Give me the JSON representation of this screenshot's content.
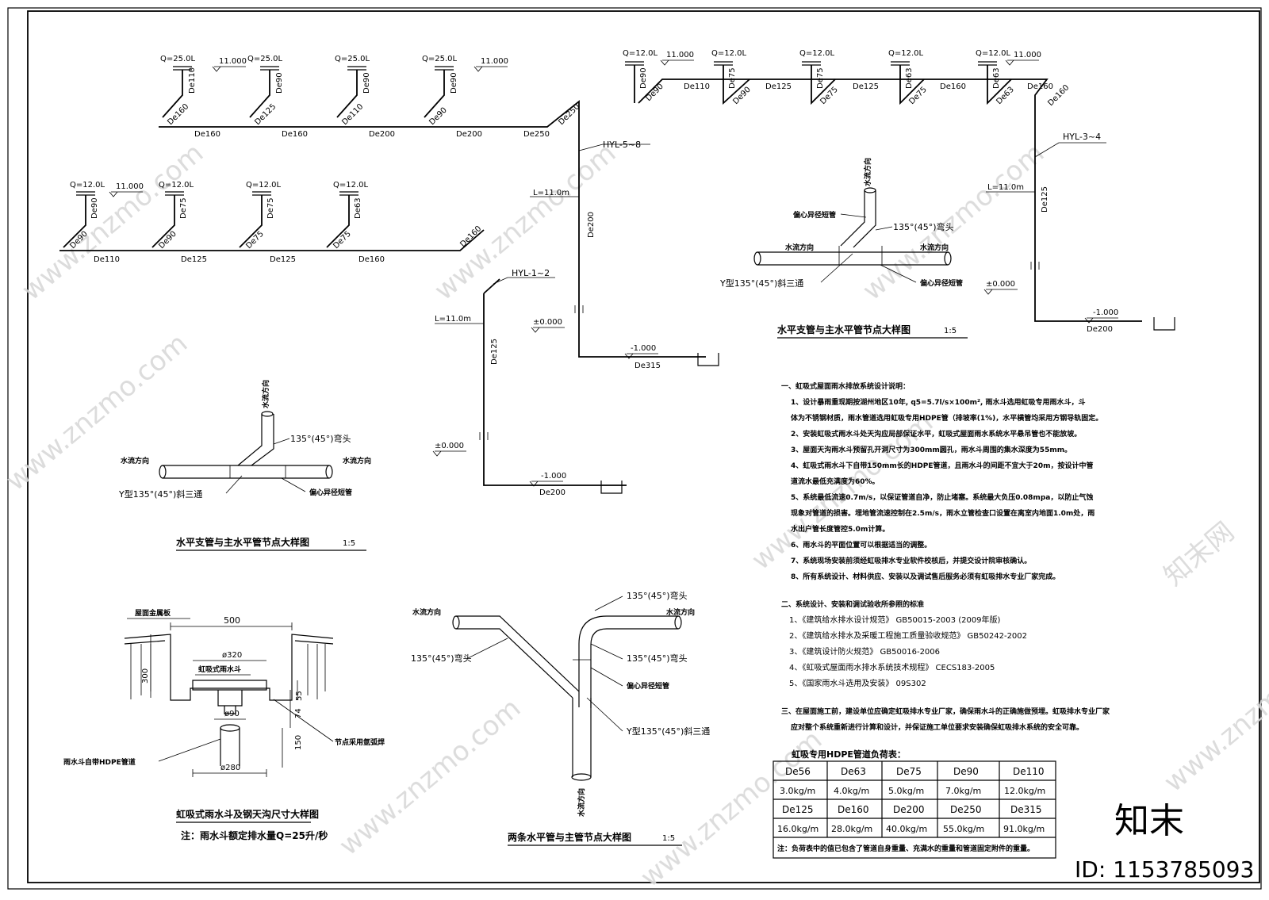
{
  "watermark": {
    "site": "www.znzmo.com",
    "brand": "知末网",
    "logo": "知末",
    "id_label": "ID: 1153785093"
  },
  "schematic_top_left": {
    "flow_labels": [
      "Q=25.0L",
      "Q=25.0L",
      "Q=25.0L",
      "Q=25.0L"
    ],
    "elevation_labels": [
      "11.000",
      "11.000"
    ],
    "drop_pipes": [
      "De110",
      "De90",
      "De90",
      "De90"
    ],
    "branch_pipes": [
      "De160",
      "De125",
      "De110",
      "De90"
    ],
    "main_pipes": [
      "De160",
      "De160",
      "De200",
      "De200",
      "De250"
    ],
    "riser_top": "De250",
    "riser_tag": "HYL-5~8",
    "riser_length": "L=11.0m",
    "riser_pipe": "De200",
    "zero_level": "±0.000",
    "bottom_level": "-1.000",
    "outlet_pipe": "De315"
  },
  "schematic_mid_left": {
    "flow_labels": [
      "Q=12.0L",
      "Q=12.0L",
      "Q=12.0L",
      "Q=12.0L"
    ],
    "elevation_label": "11.000",
    "drop_pipes": [
      "De90",
      "De75",
      "De75",
      "De63"
    ],
    "branch_pipes": [
      "De90",
      "De90",
      "De75",
      "De75"
    ],
    "main_pipes": [
      "De110",
      "De125",
      "De125",
      "De160"
    ],
    "riser_top": "De160",
    "riser_tag": "HYL-1~2",
    "riser_length": "L=11.0m",
    "riser_pipe": "De125",
    "zero_level": "±0.000",
    "bottom_level": "-1.000",
    "outlet_pipe": "De200"
  },
  "schematic_top_right": {
    "flow_labels": [
      "Q=12.0L",
      "Q=12.0L",
      "Q=12.0L",
      "Q=12.0L",
      "Q=12.0L"
    ],
    "elevation_labels": [
      "11.000",
      "11.000"
    ],
    "drop_pipes": [
      "De90",
      "De75",
      "De75",
      "De63",
      "De63"
    ],
    "branch_pipes": [
      "De90",
      "De90",
      "De75",
      "De75",
      "De63"
    ],
    "main_pipes": [
      "De110",
      "De125",
      "De125",
      "De160",
      "De160"
    ],
    "riser_top": "De160",
    "riser_tag": "HYL-3~4",
    "riser_length": "L=11.0m",
    "riser_pipe": "De125",
    "zero_level": "±0.000",
    "bottom_level": "-1.000",
    "outlet_pipe": "De200"
  },
  "detail_right": {
    "flow_dir": "水流方向",
    "reducer_top": "偏心异径短管",
    "elbow": "135°(45°)弯头",
    "tee": "Y型135°(45°)斜三通",
    "reducer_bottom": "偏心异径短管",
    "title": "水平支管与主水平管节点大样图",
    "scale": "1:5"
  },
  "detail_left": {
    "flow_dir": "水流方向",
    "elbow": "135°(45°)弯头",
    "tee": "Y型135°(45°)斜三通",
    "reducer": "偏心异径短管",
    "title": "水平支管与主水平管节点大样图",
    "scale": "1:5"
  },
  "detail_gutter": {
    "roof_panel": "屋面金属板",
    "width": "500",
    "depth": "300",
    "d320": "ø320",
    "drain": "虹吸式雨水斗",
    "d55": "55",
    "d74": "74",
    "d150": "150",
    "d90": "ø90",
    "d280": "ø280",
    "pipe_note": "雨水斗自带HDPE管道",
    "weld_note": "节点采用氩弧焊",
    "title": "虹吸式雨水斗及钢天沟尺寸大样图",
    "note": "注：雨水斗额定排水量Q=25升/秒"
  },
  "detail_two": {
    "flow_dir": "水流方向",
    "elbow_1": "135°(45°)弯头",
    "elbow_2": "135°(45°)弯头",
    "elbow_3": "135°(45°)弯头",
    "reducer": "偏心异径短管",
    "tee": "Y型135°(45°)斜三通",
    "title": "两条水平管与主管节点大样图",
    "scale": "1:5"
  },
  "notes": {
    "heading_1": "一、虹吸式屋面雨水排放系统设计说明：",
    "items_1": [
      "1、设计暴雨重现期按湖州地区10年, q5=5.7l/s×100m², 雨水斗选用虹吸专用雨水斗，斗",
      "体为不锈钢材质，雨水管道选用虹吸专用HDPE管（排坡率(1%)，水平横管均采用方钢导轨固定。",
      "2、安装虹吸式雨水斗处天沟应局部保证水平，虹吸式屋面雨水系统水平悬吊管也不能放坡。",
      "3、屋面天沟雨水斗预留孔开洞尺寸为300mm圆孔，雨水斗周围的集水深度为55mm。",
      "4、虹吸式雨水斗下自带150mm长的HDPE管道，且雨水斗的间距不宜大于20m，按设计中管",
      "道流水最低充满度为60%。",
      "5、系统最低流速0.7m/s，以保证管道自净，防止堵塞。系统最大负压0.08mpa，以防止气蚀",
      "现象对管道的损害。埋地管流速控制在2.5m/s，雨水立管检查口设置在离室内地面1.0m处，雨",
      "水出户管长度管控5.0m计算。",
      "6、雨水斗的平面位置可以根据适当的调整。",
      "7、系统现场安装前须经虹吸排水专业软件校核后，并提交设计院审核确认。",
      "8、所有系统设计、材料供应、安装以及调试售后服务必须有虹吸排水专业厂家完成。"
    ],
    "heading_2": "二、系统设计、安装和调试验收所参照的标准",
    "items_2": [
      "1、《建筑给水排水设计规范》 GB50015-2003  (2009年版)",
      "2、《建筑给水排水及采暖工程施工质量验收规范》 GB50242-2002",
      "3、《建筑设计防火规范》 GB50016-2006",
      "4、《虹吸式屋面雨水排水系统技术规程》 CECS183-2005",
      "5、《国家雨水斗选用及安装》 09S302"
    ],
    "heading_3": "三、在屋面施工前，建设单位应确定虹吸排水专业厂家，确保雨水斗的正确施做预埋。虹吸排水专业厂家",
    "heading_3b": "应对整个系统重新进行计算和设计，并保证施工单位要求安装确保虹吸排水系统的安全可靠。"
  },
  "weight_table": {
    "title": "虹吸专用HDPE管道负荷表：",
    "headers_1": [
      "De56",
      "De63",
      "De75",
      "De90",
      "De110"
    ],
    "values_1": [
      "3.0kg/m",
      "4.0kg/m",
      "5.0kg/m",
      "7.0kg/m",
      "12.0kg/m"
    ],
    "headers_2": [
      "De125",
      "De160",
      "De200",
      "De250",
      "De315"
    ],
    "values_2": [
      "16.0kg/m",
      "28.0kg/m",
      "40.0kg/m",
      "55.0kg/m",
      "91.0kg/m"
    ],
    "footnote": "注：负荷表中的值已包含了管道自身重量、充满水的重量和管道固定附件的重量。"
  }
}
